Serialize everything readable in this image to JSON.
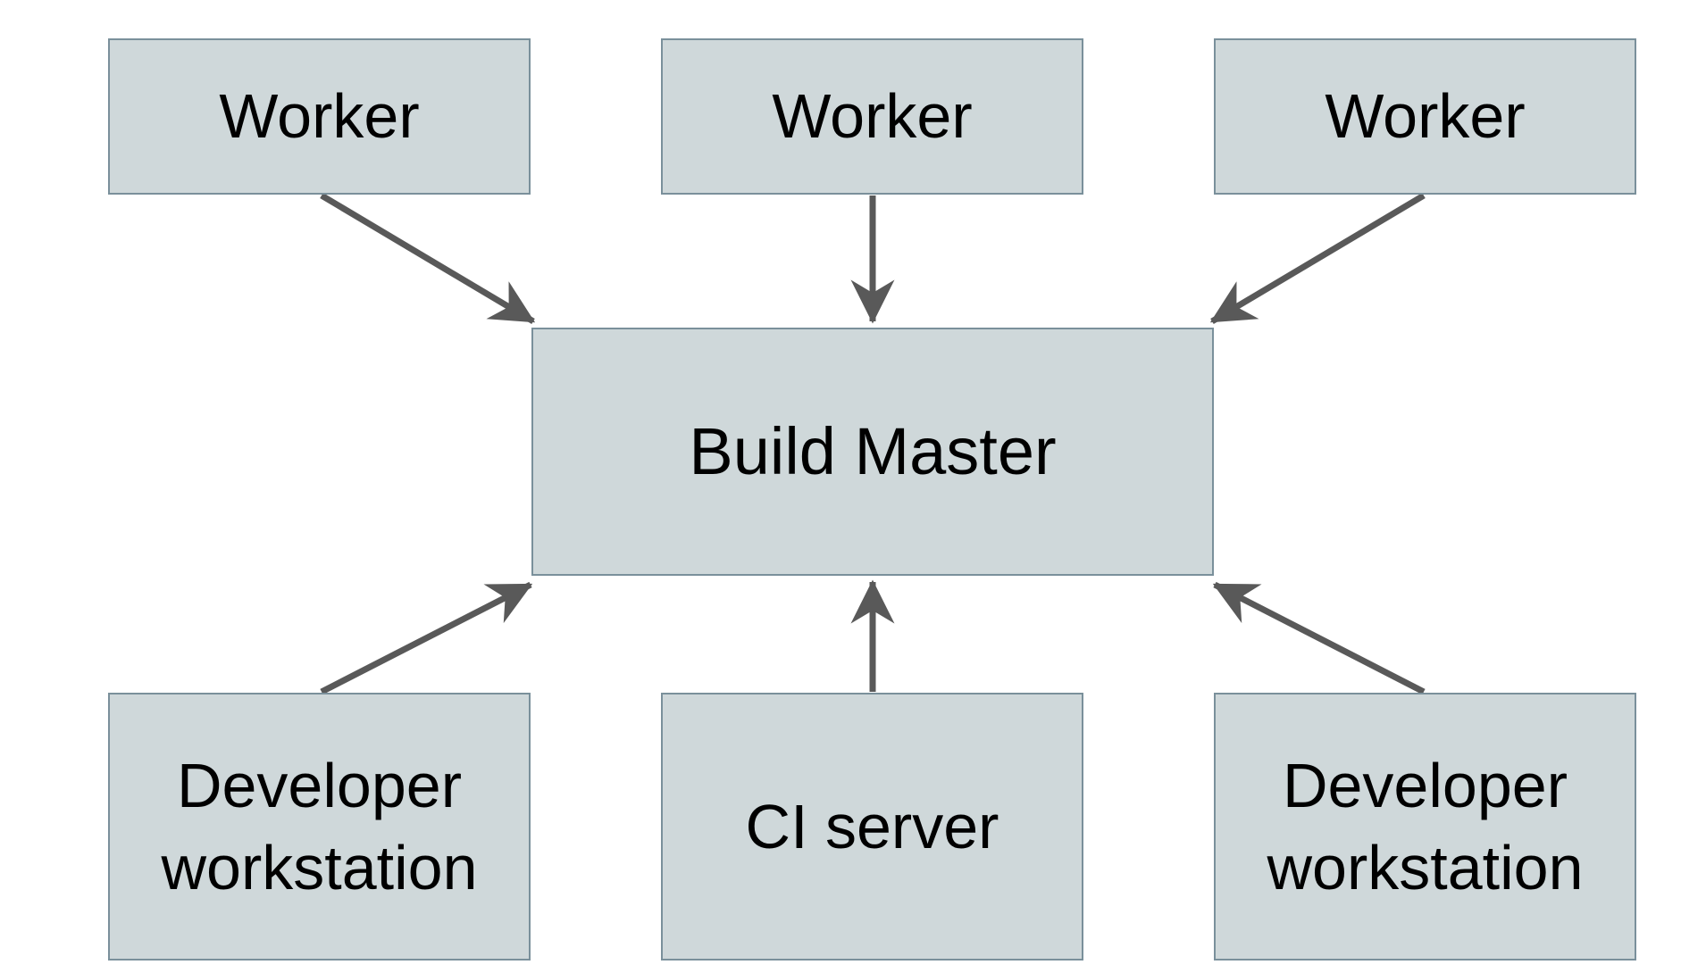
{
  "diagram": {
    "type": "architecture-diagram",
    "colors": {
      "background": "#ffffff",
      "node_fill": "#cfd8da",
      "node_border": "#7a909b",
      "arrow": "#595959",
      "text": "#000000"
    },
    "nodes": [
      {
        "id": "worker-1",
        "label": "Worker"
      },
      {
        "id": "worker-2",
        "label": "Worker"
      },
      {
        "id": "worker-3",
        "label": "Worker"
      },
      {
        "id": "build-master",
        "label": "Build Master"
      },
      {
        "id": "developer-workstation-1",
        "label": "Developer workstation"
      },
      {
        "id": "ci-server",
        "label": "CI server"
      },
      {
        "id": "developer-workstation-2",
        "label": "Developer workstation"
      }
    ],
    "edges": [
      {
        "from": "worker-1",
        "to": "build-master"
      },
      {
        "from": "worker-2",
        "to": "build-master"
      },
      {
        "from": "worker-3",
        "to": "build-master"
      },
      {
        "from": "developer-workstation-1",
        "to": "build-master"
      },
      {
        "from": "ci-server",
        "to": "build-master"
      },
      {
        "from": "developer-workstation-2",
        "to": "build-master"
      }
    ]
  }
}
